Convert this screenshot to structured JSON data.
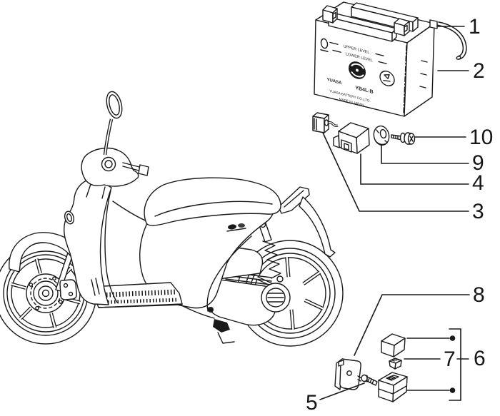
{
  "colors": {
    "background": "#ffffff",
    "line": "#1a1a1a",
    "text": "#161616"
  },
  "battery_label": {
    "upper_level": "UPPER LEVEL",
    "lower_level": "LOWER LEVEL",
    "brand": "YUASA",
    "model": "YB4L-B",
    "maker": "YUASA BATTERY CO.,LTD.",
    "origin": "MADE IN JAPAN"
  },
  "callouts": [
    {
      "id": "battery-vent-tube",
      "label": "1"
    },
    {
      "id": "battery",
      "label": "2"
    },
    {
      "id": "wiring-connector",
      "label": "3"
    },
    {
      "id": "relay",
      "label": "4"
    },
    {
      "id": "regulator-screw",
      "label": "5"
    },
    {
      "id": "fuse-holder-set",
      "label": "6"
    },
    {
      "id": "fuse",
      "label": "7"
    },
    {
      "id": "voltage-regulator",
      "label": "8"
    },
    {
      "id": "grommet",
      "label": "9"
    },
    {
      "id": "mounting-screw",
      "label": "10"
    }
  ]
}
